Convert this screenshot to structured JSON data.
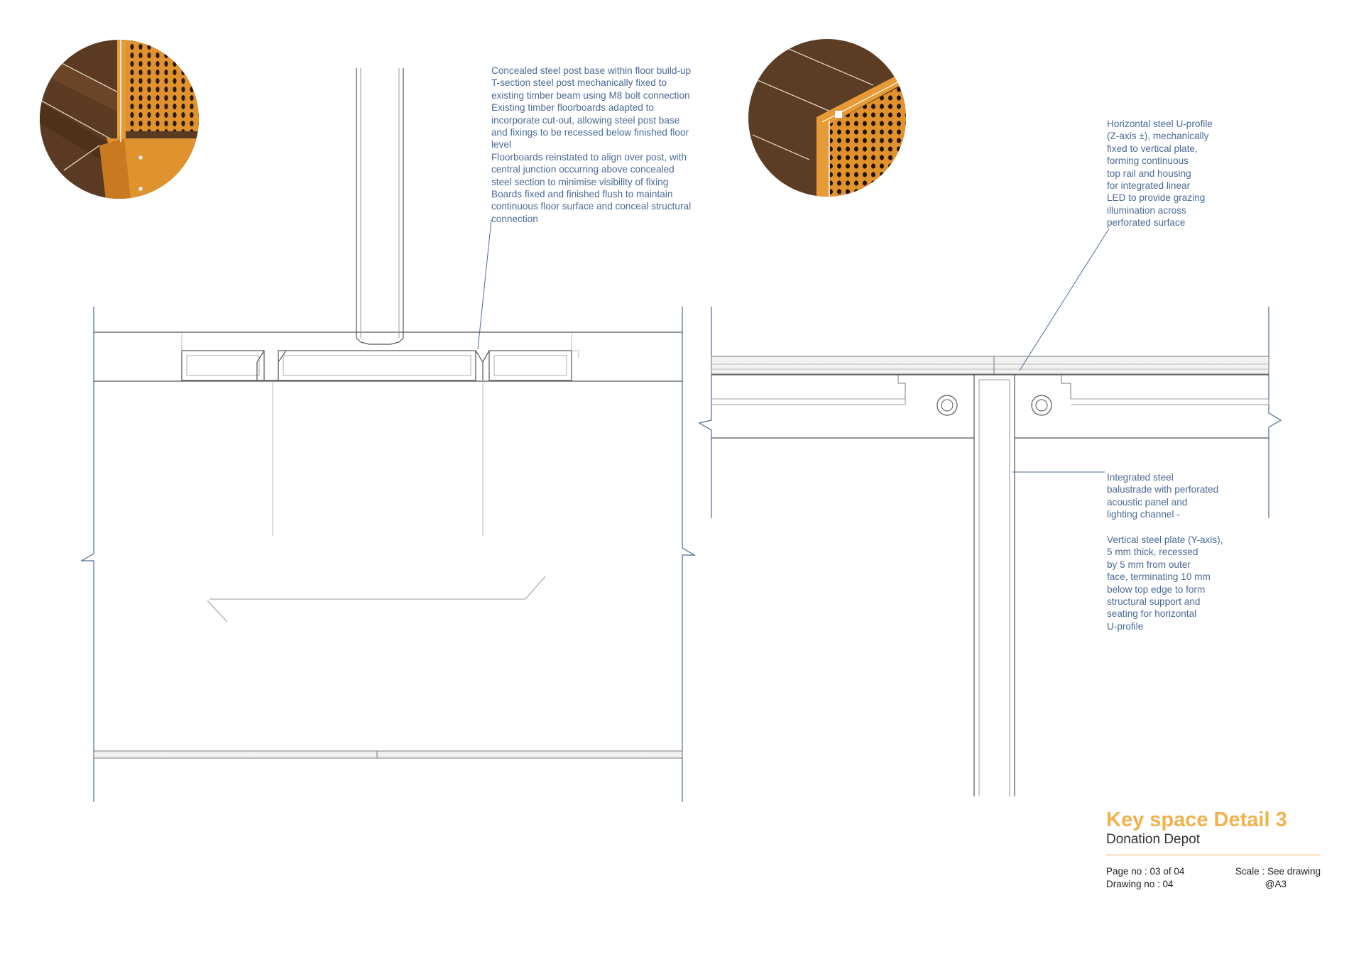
{
  "annotations": {
    "post_base": [
      "Concealed steel post base within floor build-up",
      "T-section steel post mechanically fixed to",
      "existing timber beam using M8 bolt connection",
      "Existing timber floorboards adapted to",
      "incorporate cut-out, allowing steel post base",
      "and fixings to be recessed below finished floor",
      "level",
      "Floorboards reinstated to align over post, with",
      "central junction occurring above concealed",
      "steel section to minimise visibility of fixing",
      "Boards fixed and finished flush to maintain",
      "continuous floor surface and conceal structural",
      "connection"
    ],
    "u_profile": [
      "Horizontal steel U-profile",
      "(Z-axis ±), mechanically",
      "fixed to vertical plate,",
      "forming continuous",
      "top rail and housing",
      "for integrated linear",
      "LED to provide grazing",
      "illumination across",
      "perforated surface"
    ],
    "balustrade": [
      "Integrated steel",
      "balustrade with perforated",
      "acoustic panel and",
      "lighting channel -"
    ],
    "vertical_plate": [
      "Vertical steel plate (Y-axis),",
      "5 mm thick, recessed",
      "by 5 mm from outer",
      "face, terminating 10 mm",
      "below top edge to form",
      "structural support and",
      "seating for horizontal",
      "U-profile"
    ]
  },
  "title_block": {
    "title": "Key space Detail 3",
    "project": "Donation Depot",
    "page_no": "Page no : 03 of 04",
    "drawing_no": "Drawing no : 04",
    "scale": "Scale : See drawing",
    "paper": "@A3"
  },
  "colors": {
    "accent": "#f0b24a",
    "annotation_blue": "#4a6a96",
    "steel_orange": "#e0922e",
    "timber_brown": "#5a3a22"
  },
  "icons": [
    "detail-vignette-floor-post",
    "detail-vignette-rail-corner"
  ]
}
